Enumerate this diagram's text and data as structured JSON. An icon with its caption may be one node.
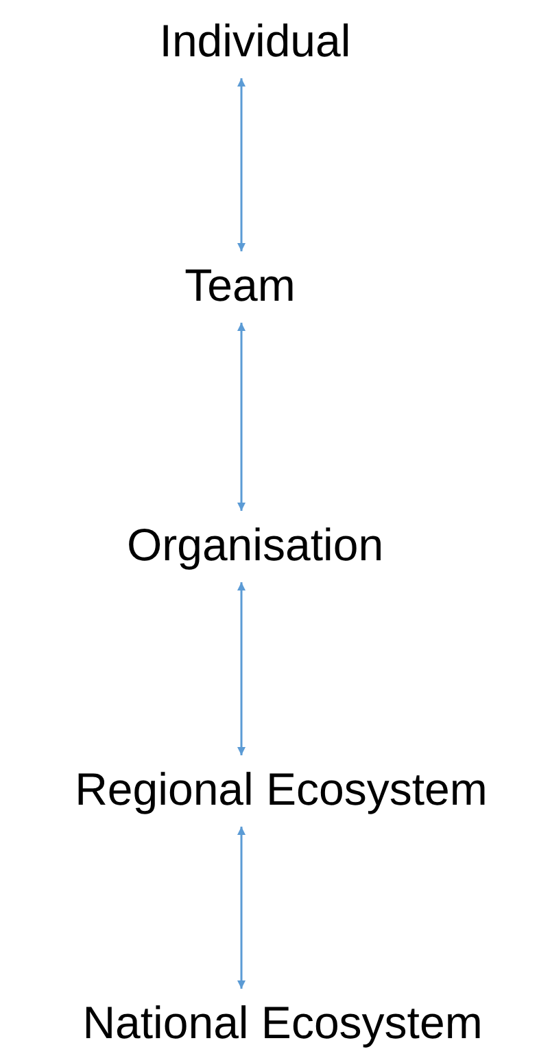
{
  "diagram": {
    "nodes": [
      {
        "text": [
          "Individual"
        ]
      },
      {
        "text": [
          "Team"
        ]
      },
      {
        "text": [
          "Organisation"
        ]
      },
      {
        "text": [
          "Regional Ecosystem"
        ]
      },
      {
        "text": [
          "National Ecosystem"
        ]
      }
    ],
    "edges": [
      {
        "from": 0,
        "to": 1,
        "arrow": "both"
      },
      {
        "from": 1,
        "to": 2,
        "arrow": "both"
      },
      {
        "from": 2,
        "to": 3,
        "arrow": "both"
      },
      {
        "from": 3,
        "to": 4,
        "arrow": "both"
      }
    ]
  }
}
